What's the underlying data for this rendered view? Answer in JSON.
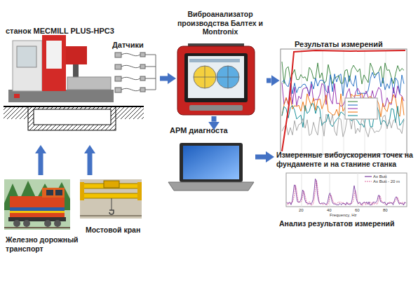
{
  "diagram": {
    "nodes": [
      {
        "text": [
          "станок MECMILL PLUS-HPC3"
        ]
      },
      {
        "text": [
          "Датчики"
        ]
      },
      {
        "text": [
          "Виброанализатор производства Балтех и Montronix"
        ]
      },
      {
        "text": [
          "Результаты измерений"
        ]
      },
      {
        "text": [
          "АРМ диагноста"
        ]
      },
      {
        "text": [
          "Измеренные вибоускорения точек на фундаменте и на станине станка",
          "Анализ результатов измерений"
        ]
      },
      {
        "text": [
          "Железно дорожный транспорт"
        ]
      },
      {
        "text": [
          "Мостовой кран"
        ]
      }
    ],
    "edges": [
      {
        "from": 1,
        "to": 2,
        "arrow": "to"
      },
      {
        "from": 2,
        "to": 3,
        "arrow": "to"
      },
      {
        "from": 2,
        "to": 4,
        "arrow": "to"
      },
      {
        "from": 4,
        "to": 5,
        "arrow": "to"
      },
      {
        "from": 6,
        "to": 0,
        "arrow": "to"
      },
      {
        "from": 7,
        "to": 0,
        "arrow": "to"
      }
    ],
    "labels": [
      "20",
      "40",
      "60",
      "80",
      "Frequency, Hz",
      "Ax Butt",
      "Ax Butt - 20 m"
    ]
  }
}
